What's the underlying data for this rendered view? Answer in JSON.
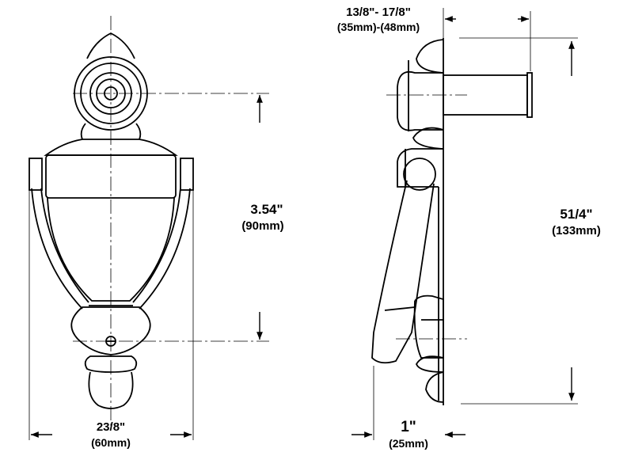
{
  "front_view": {
    "height_label": "3.54\"",
    "height_label_metric": "(90mm)",
    "width_label": "23/8\"",
    "width_label_metric": "(60mm)"
  },
  "side_view": {
    "door_range_label": "13/8\"- 17/8\"",
    "door_range_label_metric": "(35mm)-(48mm)",
    "overall_height_label": "51/4\"",
    "overall_height_label_metric": "(133mm)",
    "depth_label": "1\"",
    "depth_label_metric": "(25mm)"
  }
}
